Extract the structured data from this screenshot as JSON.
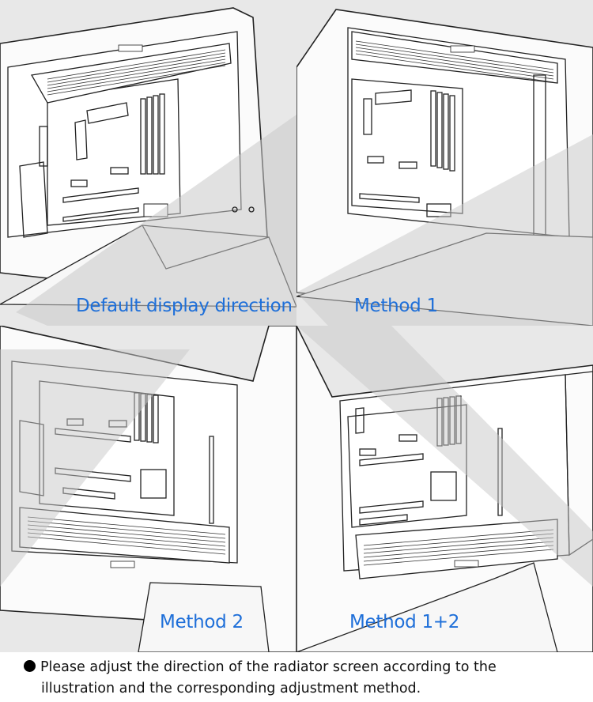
{
  "panels": [
    {
      "caption": "Default display direction"
    },
    {
      "caption": "Method 1"
    },
    {
      "caption": "Method 2"
    },
    {
      "caption": "Method 1+2"
    }
  ],
  "note": {
    "line1": "Please adjust the direction of the radiator screen according to the",
    "line2": "illustration and the corresponding adjustment method."
  },
  "colors": {
    "caption": "#1e6fd9",
    "background": "#e8e8e8"
  }
}
